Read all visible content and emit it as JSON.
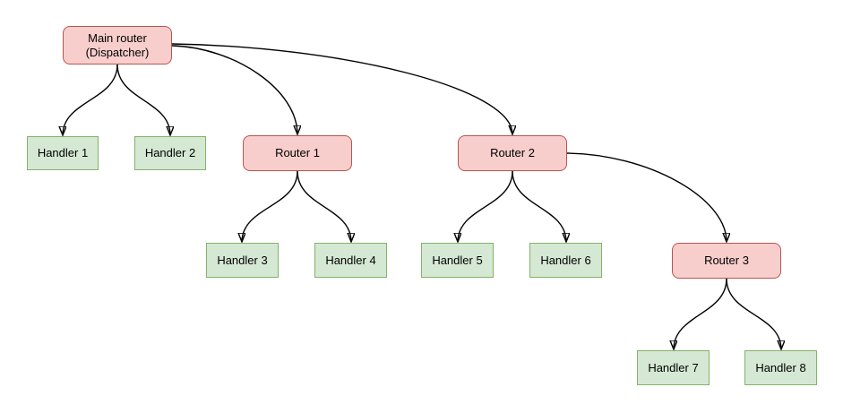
{
  "diagram": {
    "type": "flowchart-tree",
    "background": "#ffffff",
    "nodes": {
      "main": {
        "line1": "Main router",
        "line2": "(Dispatcher)",
        "kind": "router"
      },
      "router1": {
        "label": "Router 1",
        "kind": "router"
      },
      "router2": {
        "label": "Router 2",
        "kind": "router"
      },
      "router3": {
        "label": "Router 3",
        "kind": "router"
      },
      "handler1": {
        "label": "Handler 1",
        "kind": "handler"
      },
      "handler2": {
        "label": "Handler 2",
        "kind": "handler"
      },
      "handler3": {
        "label": "Handler 3",
        "kind": "handler"
      },
      "handler4": {
        "label": "Handler 4",
        "kind": "handler"
      },
      "handler5": {
        "label": "Handler 5",
        "kind": "handler"
      },
      "handler6": {
        "label": "Handler 6",
        "kind": "handler"
      },
      "handler7": {
        "label": "Handler 7",
        "kind": "handler"
      },
      "handler8": {
        "label": "Handler 8",
        "kind": "handler"
      }
    },
    "edges": [
      {
        "from": "main",
        "to": "handler1"
      },
      {
        "from": "main",
        "to": "handler2"
      },
      {
        "from": "main",
        "to": "router1"
      },
      {
        "from": "main",
        "to": "router2"
      },
      {
        "from": "router1",
        "to": "handler3"
      },
      {
        "from": "router1",
        "to": "handler4"
      },
      {
        "from": "router2",
        "to": "handler5"
      },
      {
        "from": "router2",
        "to": "handler6"
      },
      {
        "from": "router2",
        "to": "router3"
      },
      {
        "from": "router3",
        "to": "handler7"
      },
      {
        "from": "router3",
        "to": "handler8"
      }
    ],
    "colors": {
      "router_fill": "#f8cecc",
      "router_stroke": "#b85450",
      "handler_fill": "#d5e8d4",
      "handler_stroke": "#82b366",
      "edge": "#000000",
      "text": "#000000"
    }
  }
}
